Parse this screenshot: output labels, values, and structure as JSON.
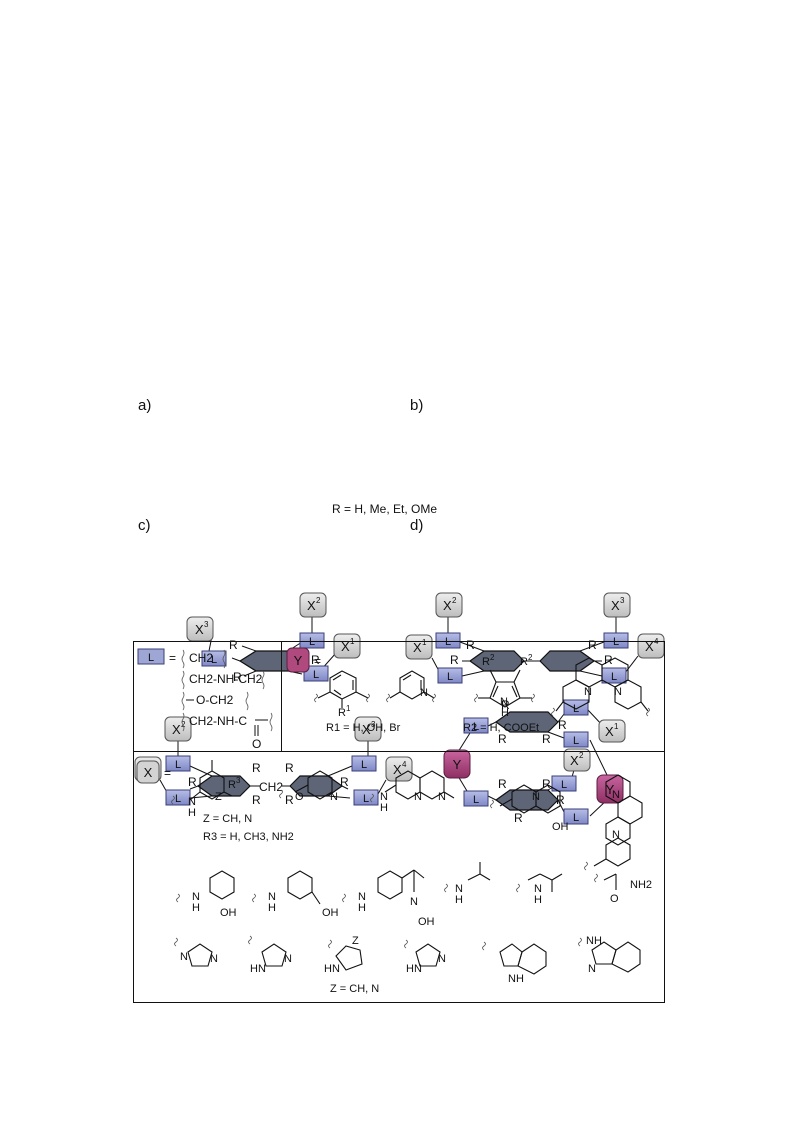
{
  "panels": {
    "a": "a)",
    "b": "b)",
    "c": "c)",
    "d": "d)"
  },
  "labels": {
    "L": "L",
    "X1": "X",
    "X2": "X",
    "X3": "X",
    "X4": "X",
    "sup1": "1",
    "sup2": "2",
    "sup3": "3",
    "sup4": "4",
    "Y": "Y",
    "R": "R",
    "CH2": "CH2"
  },
  "r_def": "R = H, Me, Et, OMe",
  "linker_box": {
    "eq": "=",
    "items": [
      "CH2",
      "CH2-NH-CH2",
      "O-CH2",
      "CH2-NH-C",
      "O"
    ]
  },
  "y_box": {
    "eq": "=",
    "r1_def": "R1 = H, OH, Br",
    "r2_def": "R2 = H, COOEt",
    "R1": "R",
    "R2": "R",
    "NH": "N",
    "H": "H"
  },
  "x_box": {
    "eq": "=",
    "z_def": "Z = CH, N",
    "r3_def": "R3 = H, CH3, NH2",
    "z_def2": "Z = CH, N",
    "atoms": {
      "N": "N",
      "H": "H",
      "O": "O",
      "OH": "OH",
      "NH2": "NH2",
      "Z": "Z",
      "HN": "HN",
      "NH": "NH",
      "R3": "R"
    }
  },
  "colors": {
    "linker_fill": "#9ea6d4",
    "linker_stroke": "#3a3f7a",
    "x_fill": "#d3d3d3",
    "y_fill": "#b04a7e",
    "ring_fill": "#5d6577"
  }
}
